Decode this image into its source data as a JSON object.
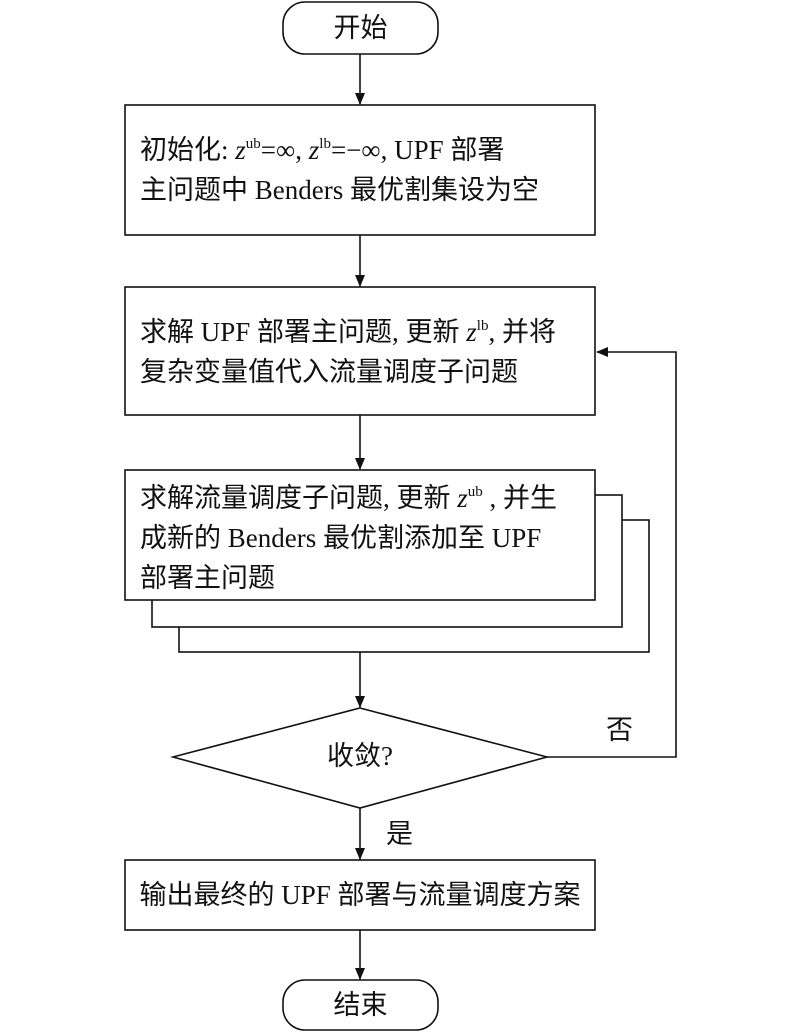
{
  "nodes": {
    "start": {
      "label": "开始"
    },
    "init": {
      "prefix": "初始化: ",
      "z_var": "z",
      "ub_sup": "ub",
      "ub_eq": "=∞, ",
      "lb_sup": "lb",
      "lb_eq": "=−∞, UPF 部署",
      "line2": "主问题中 Benders 最优割集设为空"
    },
    "master": {
      "prefix": "求解 UPF 部署主问题, 更新 ",
      "z_var": "z",
      "sup": "lb",
      "suffix": ", 并将",
      "line2": "复杂变量值代入流量调度子问题"
    },
    "sub": {
      "prefix": "求解流量调度子问题, 更新 ",
      "z_var": "z",
      "sup": "ub",
      "suffix": " , 并生",
      "line2": "成新的 Benders 最优割添加至 UPF",
      "line3": "部署主问题"
    },
    "decision": {
      "label": "收敛?"
    },
    "output": {
      "label": "输出最终的 UPF 部署与流量调度方案"
    },
    "end": {
      "label": "结束"
    }
  },
  "edges": {
    "no_label": "否",
    "yes_label": "是"
  }
}
